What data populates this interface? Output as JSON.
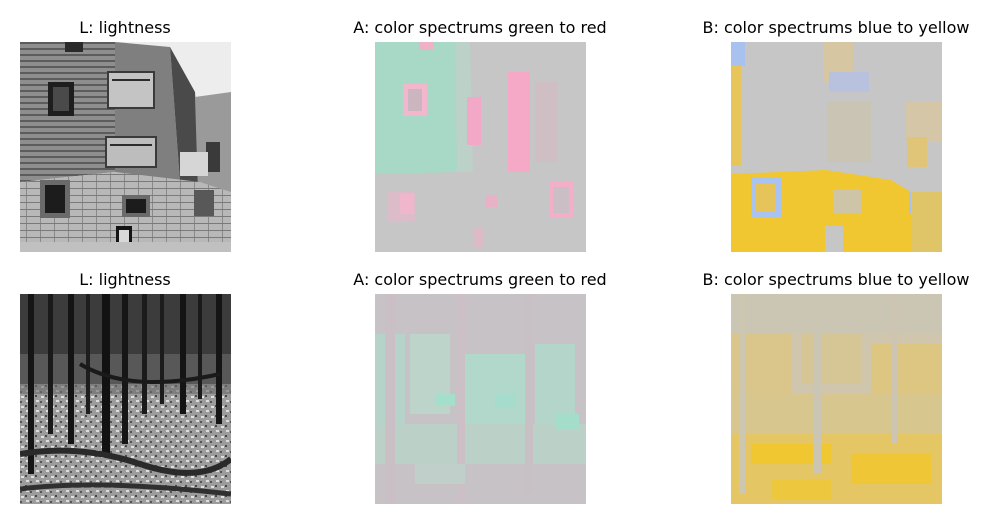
{
  "figure": {
    "rows": [
      {
        "scene": "building",
        "panels": [
          {
            "title": "L: lightness"
          },
          {
            "title": "A: color spectrums green to red"
          },
          {
            "title": "B: color spectrums blue to yellow"
          }
        ]
      },
      {
        "scene": "forest",
        "panels": [
          {
            "title": "L: lightness"
          },
          {
            "title": "A: color spectrums green to red"
          },
          {
            "title": "B: color spectrums blue to yellow"
          }
        ]
      }
    ]
  },
  "colors": {
    "neutral": "#c6c6c6",
    "green": "#a3dfcb",
    "red": "#f6a9c6",
    "blue": "#a8c3ef",
    "yellow": "#f0c731"
  }
}
